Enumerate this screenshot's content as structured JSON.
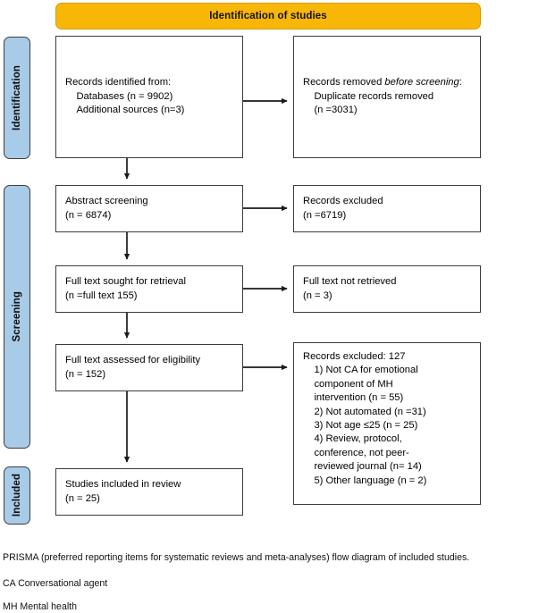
{
  "figure": {
    "type": "prisma-flow-diagram",
    "banner_title": "Identification of studies",
    "colors": {
      "banner": "#f8b707",
      "phase_label": "#a8cbe8",
      "box_border": "#3c3c3c",
      "box_fill": "#ffffff",
      "text": "#000000"
    }
  },
  "phases": [
    {
      "id": "identification",
      "label": "Identification"
    },
    {
      "id": "screening",
      "label": "Screening"
    },
    {
      "id": "included",
      "label": "Included"
    }
  ],
  "boxes": {
    "records_identified": {
      "line1": "Records identified from:",
      "line2": "    Databases (n = 9902)",
      "line3": "    Additional sources (n=3)",
      "text": "Records identified from:\n    Databases (n = 9902)\n    Additional sources (n=3)"
    },
    "records_removed": {
      "lead": "Records removed ",
      "italic": "before screening",
      "colon": ":",
      "detail": "    Duplicate records removed\n    (n =3031)"
    },
    "abstract_screening": {
      "text": "Abstract screening\n(n = 6874)"
    },
    "records_excluded": {
      "text": "Records excluded\n(n =6719)"
    },
    "full_text_sought": {
      "text": "Full text sought for retrieval\n(n =full text 155)"
    },
    "full_text_not_retrieved": {
      "text": "Full text not retrieved\n(n = 3)"
    },
    "full_text_assessed": {
      "text": "Full text assessed for eligibility\n(n = 152)"
    },
    "records_excluded_reasons": {
      "text": "Records excluded: 127\n    1) Not CA for emotional\n    component of MH\n    intervention (n = 55)\n    2) Not automated (n =31)\n    3) Not age ≤25 (n = 25)\n    4) Review, protocol,\n    conference, not peer-\n    reviewed journal (n= 14)\n    5) Other language (n = 2)"
    },
    "studies_included": {
      "text": "Studies included in review\n(n = 25)"
    }
  },
  "chart_data": {
    "type": "diagram",
    "title": "Identification of studies",
    "stages": [
      {
        "phase": "Identification",
        "node": "Records identified from",
        "counts": [
          {
            "label": "Databases",
            "n": 9902
          },
          {
            "label": "Additional sources",
            "n": 3
          }
        ],
        "excluded_node": "Records removed before screening",
        "excluded_counts": [
          {
            "label": "Duplicate records removed",
            "n": 3031
          }
        ]
      },
      {
        "phase": "Screening",
        "node": "Abstract screening",
        "n": 6874,
        "excluded_node": "Records excluded",
        "excluded_n": 6719
      },
      {
        "phase": "Screening",
        "node": "Full text sought for retrieval",
        "n": 155,
        "excluded_node": "Full text not retrieved",
        "excluded_n": 3
      },
      {
        "phase": "Screening",
        "node": "Full text assessed for eligibility",
        "n": 152,
        "excluded_node": "Records excluded",
        "excluded_n": 127,
        "excluded_reasons": [
          {
            "label": "1) Not CA for emotional component of MH intervention",
            "n": 55
          },
          {
            "label": "2) Not automated",
            "n": 31
          },
          {
            "label": "3) Not age ≤25",
            "n": 25
          },
          {
            "label": "4) Review, protocol, conference, not peer-reviewed journal",
            "n": 14
          },
          {
            "label": "5) Other language",
            "n": 2
          }
        ]
      },
      {
        "phase": "Included",
        "node": "Studies included in review",
        "n": 25
      }
    ]
  },
  "footnotes": {
    "prisma": "PRISMA (preferred reporting items for systematic reviews and meta-analyses) flow diagram of included studies.",
    "ca": "CA Conversational agent",
    "mh": "MH Mental health"
  }
}
